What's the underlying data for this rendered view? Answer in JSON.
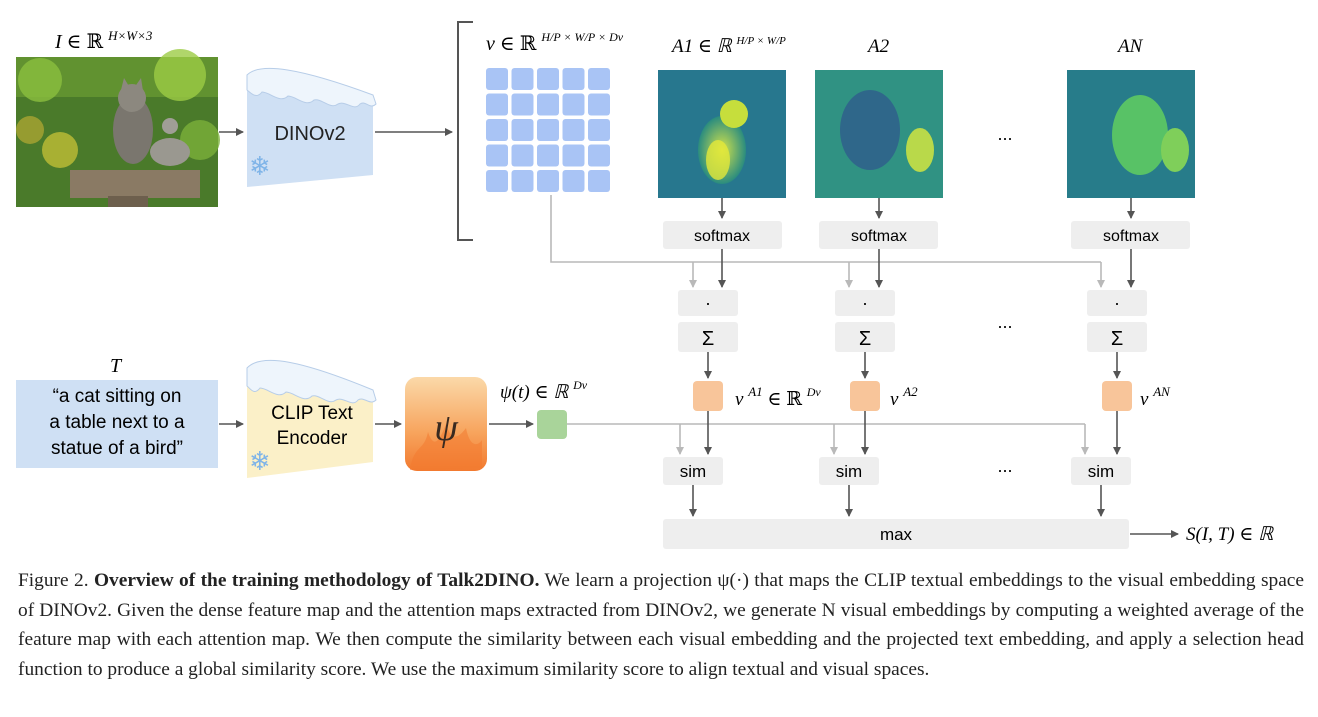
{
  "image_input": {
    "label_var": "I",
    "label_set": "∈ ℝ",
    "label_sup": "H×W×3"
  },
  "text_input": {
    "label_var": "T",
    "lines": [
      "“a cat sitting on",
      "a table next to a",
      "statue of a bird”"
    ]
  },
  "encoders": {
    "dino": "DINOv2",
    "clip_line1": "CLIP Text",
    "clip_line2": "Encoder",
    "psi": "ψ"
  },
  "features": {
    "label_var": "v",
    "label_set": "∈ ℝ",
    "label_sup": "H/P × W/P × Dv",
    "grid_rows": 5,
    "grid_cols": 5,
    "color": "#a9c4f5"
  },
  "projection_label": {
    "main": "ψ(t) ∈ ℝ",
    "sup": "Dv"
  },
  "attention": [
    {
      "label": "A1 ∈ ℝ",
      "label_sup": "H/P × W/P",
      "vlabel": "v",
      "vsup": "A1",
      "vset": "∈ ℝ",
      "vsetsup": "Dv"
    },
    {
      "label": "A2",
      "label_sup": "",
      "vlabel": "v",
      "vsup": "A2",
      "vset": "",
      "vsetsup": ""
    },
    {
      "label": "AN",
      "label_sup": "",
      "vlabel": "v",
      "vsup": "AN",
      "vset": "",
      "vsetsup": ""
    }
  ],
  "ops": {
    "softmax": "softmax",
    "dot": "·",
    "sum": "Σ",
    "sim": "sim",
    "max": "max",
    "ellipsis": "..."
  },
  "output_label": "S(I, T) ∈ ℝ",
  "colors": {
    "image_bg": "#4a7a2a",
    "dino_fill": "#cfe0f4",
    "clip_fill": "#fbf0c8",
    "text_box": "#cfe0f4",
    "psi_fill": "#f7a35c",
    "op_box": "#eeeeee",
    "proj_emb": "#a9d49a",
    "vis_emb": "#f8c59a",
    "arrow_dark": "#555555",
    "arrow_light": "#b9b9b9"
  },
  "caption": {
    "prefix": "Figure 2. ",
    "title": "Overview of the training methodology of Talk2DINO.",
    "body": " We learn a projection ψ(·) that maps the CLIP textual embeddings to the visual embedding space of DINOv2. Given the dense feature map and the attention maps extracted from DINOv2, we generate N visual embeddings by computing a weighted average of the feature map with each attention map. We then compute the similarity between each visual embedding and the projected text embedding, and apply a selection head function to produce a global similarity score. We use the maximum similarity score to align textual and visual spaces."
  }
}
